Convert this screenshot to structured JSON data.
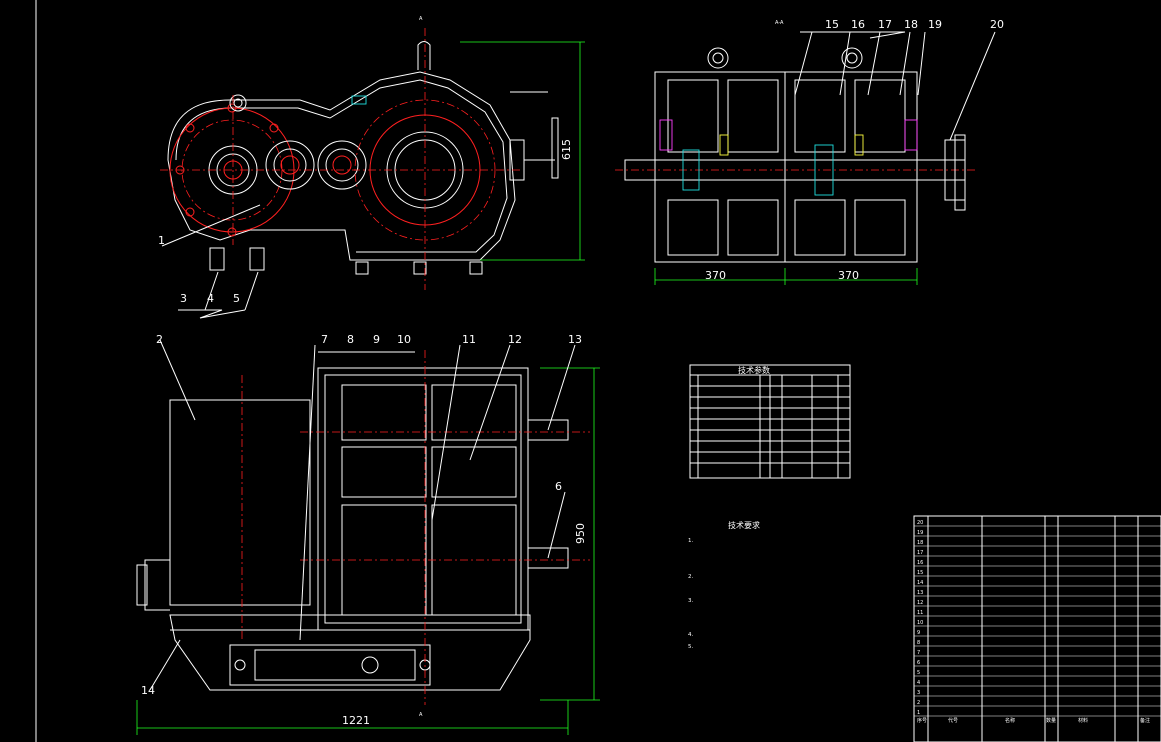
{
  "part_numbers": {
    "top_left": [
      "1",
      "3",
      "4",
      "5"
    ],
    "top_right": [
      "15",
      "16",
      "17",
      "18",
      "19",
      "20"
    ],
    "side_view": [
      "2",
      "7",
      "8",
      "9",
      "10",
      "11",
      "12",
      "13",
      "6",
      "14"
    ]
  },
  "dimensions": {
    "height_top": "615",
    "width_left_section": "370",
    "width_right_section": "370",
    "height_side": "950",
    "width_side": "1221"
  },
  "section_marks": {
    "section_aa": "A-A",
    "mark_a_top": "A",
    "mark_a_bottom": "A"
  },
  "spec_table": {
    "title": "技术参数"
  },
  "tech_notes": {
    "title": "技术要求",
    "lines": [
      "1.",
      "2.",
      "3.",
      "4.",
      "5."
    ]
  },
  "bom": {
    "header": [
      "序号",
      "代号",
      "名称",
      "数量",
      "材料",
      "备注"
    ],
    "rows": [
      {
        "no": "20"
      },
      {
        "no": "19"
      },
      {
        "no": "18"
      },
      {
        "no": "17"
      },
      {
        "no": "16"
      },
      {
        "no": "15"
      },
      {
        "no": "14"
      },
      {
        "no": "13"
      },
      {
        "no": "12"
      },
      {
        "no": "11"
      },
      {
        "no": "10"
      },
      {
        "no": "9"
      },
      {
        "no": "8"
      },
      {
        "no": "7"
      },
      {
        "no": "6"
      },
      {
        "no": "5"
      },
      {
        "no": "4"
      },
      {
        "no": "3"
      },
      {
        "no": "2"
      },
      {
        "no": "1"
      }
    ]
  },
  "colors": {
    "background": "#000000",
    "outline": "#ffffff",
    "centerline": "#ff2020",
    "dimension": "#20ff20",
    "accent_cyan": "#20e0e0",
    "accent_magenta": "#ff40ff",
    "accent_yellow": "#ffff40"
  }
}
